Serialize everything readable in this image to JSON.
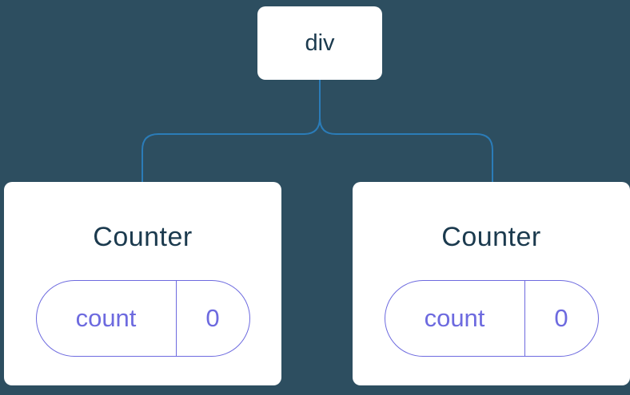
{
  "colors": {
    "background": "#2d4e60",
    "connector": "#2b7cb8",
    "node_bg": "#ffffff",
    "node_text": "#1b3a4e",
    "state_purple": "#6d6adf"
  },
  "tree": {
    "root": {
      "label": "div"
    },
    "children": [
      {
        "title": "Counter",
        "state": {
          "key": "count",
          "value": "0"
        }
      },
      {
        "title": "Counter",
        "state": {
          "key": "count",
          "value": "0"
        }
      }
    ]
  }
}
